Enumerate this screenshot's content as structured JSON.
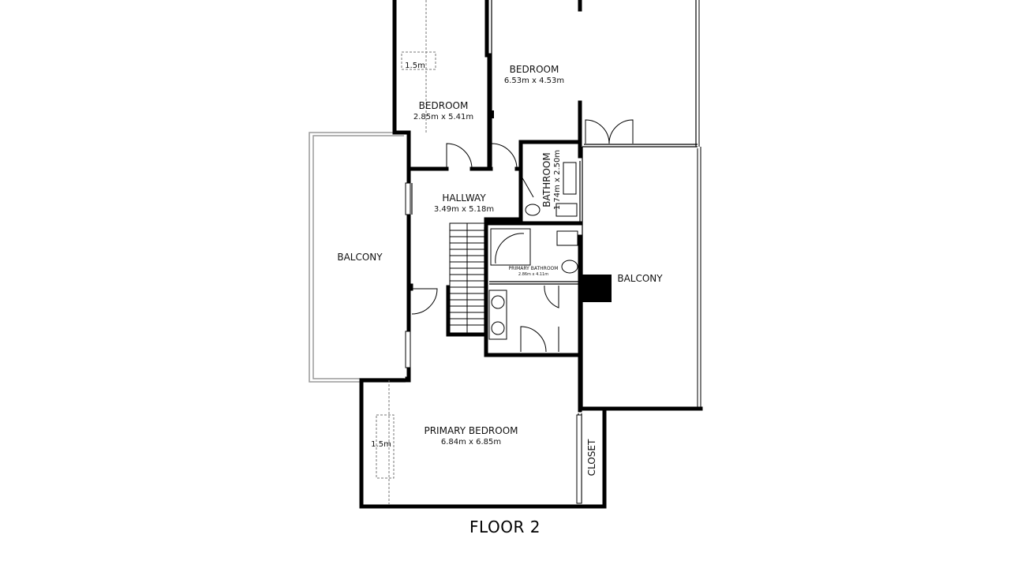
{
  "floor_title": "FLOOR 2",
  "rooms": {
    "bedroom_left": {
      "name": "BEDROOM",
      "dims": "2.85m x 5.41m",
      "skylight": "1.5m"
    },
    "bedroom_top": {
      "name": "BEDROOM",
      "dims": "6.53m x 4.53m"
    },
    "hallway": {
      "name": "HALLWAY",
      "dims": "3.49m x 5.18m"
    },
    "bathroom": {
      "name": "BATHROOM",
      "dims": "1.74m x 2.50m"
    },
    "primary_bathroom": {
      "name": "PRIMARY BATHROOM",
      "dims": "2.86m x 4.11m"
    },
    "balcony_left": {
      "name": "BALCONY"
    },
    "balcony_right": {
      "name": "BALCONY"
    },
    "primary_bedroom": {
      "name": "PRIMARY BEDROOM",
      "dims": "6.84m x 6.85m",
      "skylight": "1.5m"
    },
    "closet": {
      "name": "CLOSET"
    }
  }
}
